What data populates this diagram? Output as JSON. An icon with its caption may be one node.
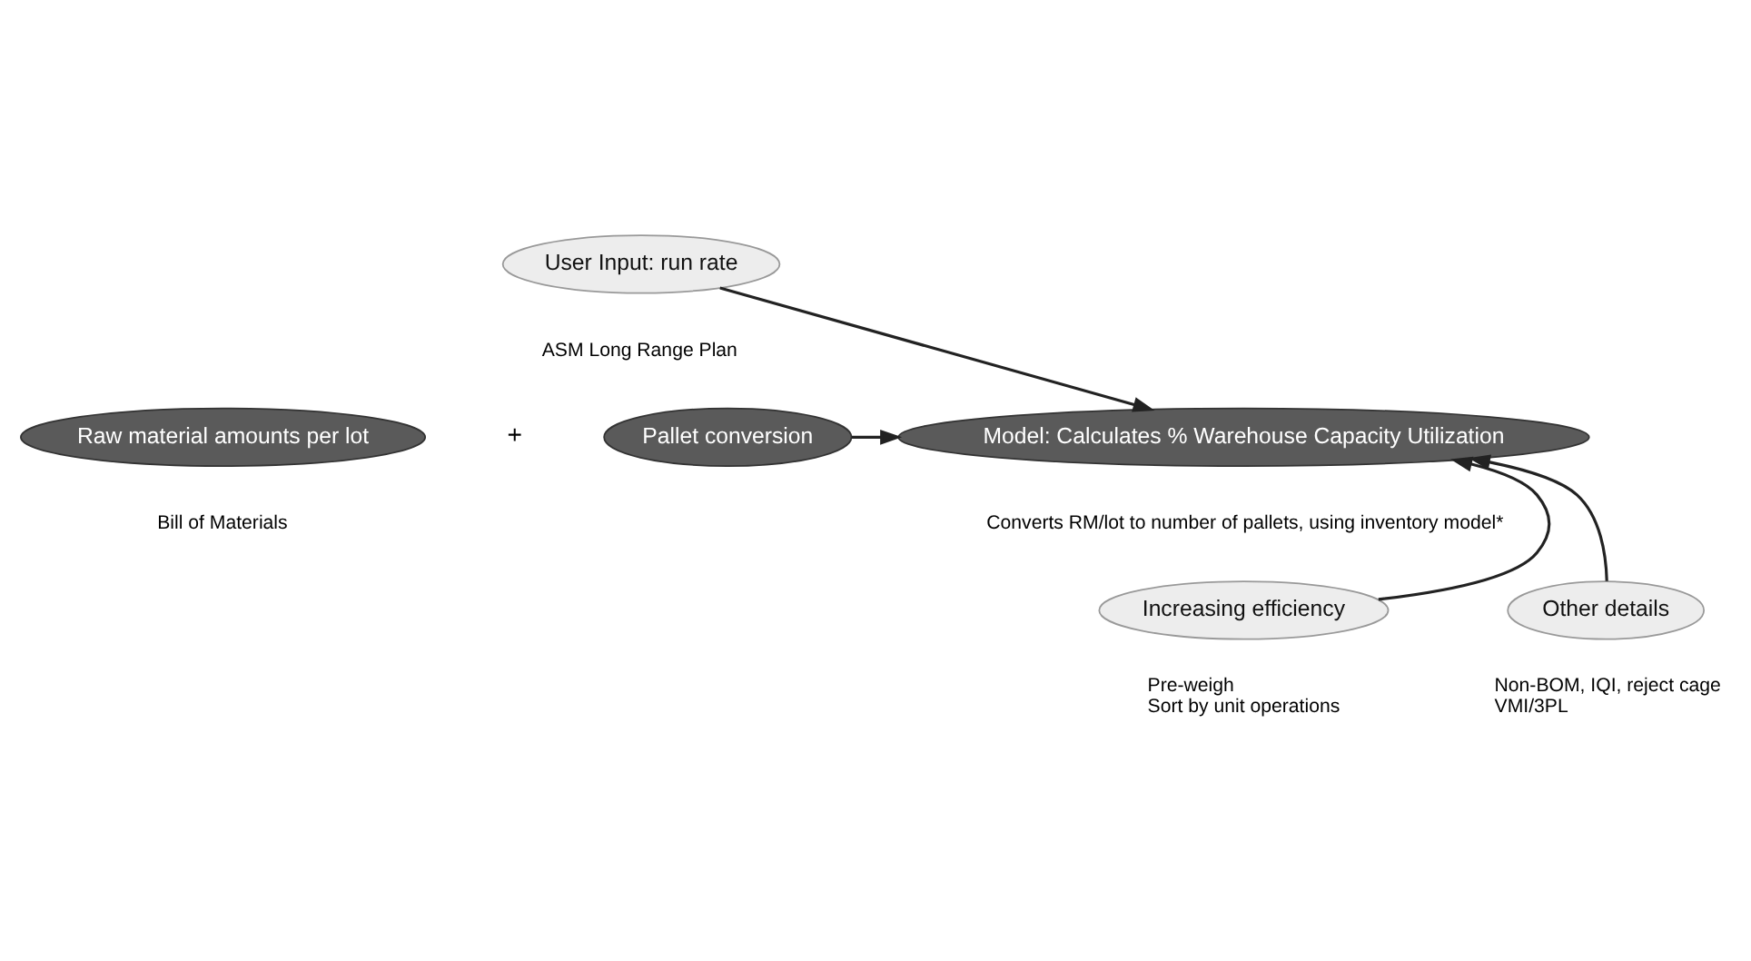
{
  "diagram": {
    "nodes": [
      {
        "text": [
          "User Input: run rate"
        ],
        "beside": [
          "ASM Long Range Plan"
        ]
      },
      {
        "text": [
          "Raw material amounts per lot"
        ],
        "beside": [
          "Bill of Materials"
        ]
      },
      {
        "text": [
          "Pallet conversion"
        ]
      },
      {
        "text": [
          "Model: Calculates % Warehouse Capacity Utilization"
        ],
        "beside": [
          "Converts RM/lot to number of pallets, using inventory model*"
        ]
      },
      {
        "text": [
          "Increasing efficiency"
        ],
        "beside": [
          "Pre-weigh",
          "Sort by unit operations"
        ]
      },
      {
        "text": [
          "Other details"
        ],
        "beside": [
          "Non-BOM, IQI, reject cage",
          "VMI/3PL"
        ]
      }
    ],
    "edges": [
      {
        "from": 0,
        "to": 3,
        "arrow": "to"
      },
      {
        "from": 2,
        "to": 3,
        "arrow": "to"
      },
      {
        "from": 4,
        "to": 3,
        "arrow": "to"
      },
      {
        "from": 5,
        "to": 3,
        "arrow": "to"
      }
    ],
    "labels": [
      "+"
    ]
  }
}
